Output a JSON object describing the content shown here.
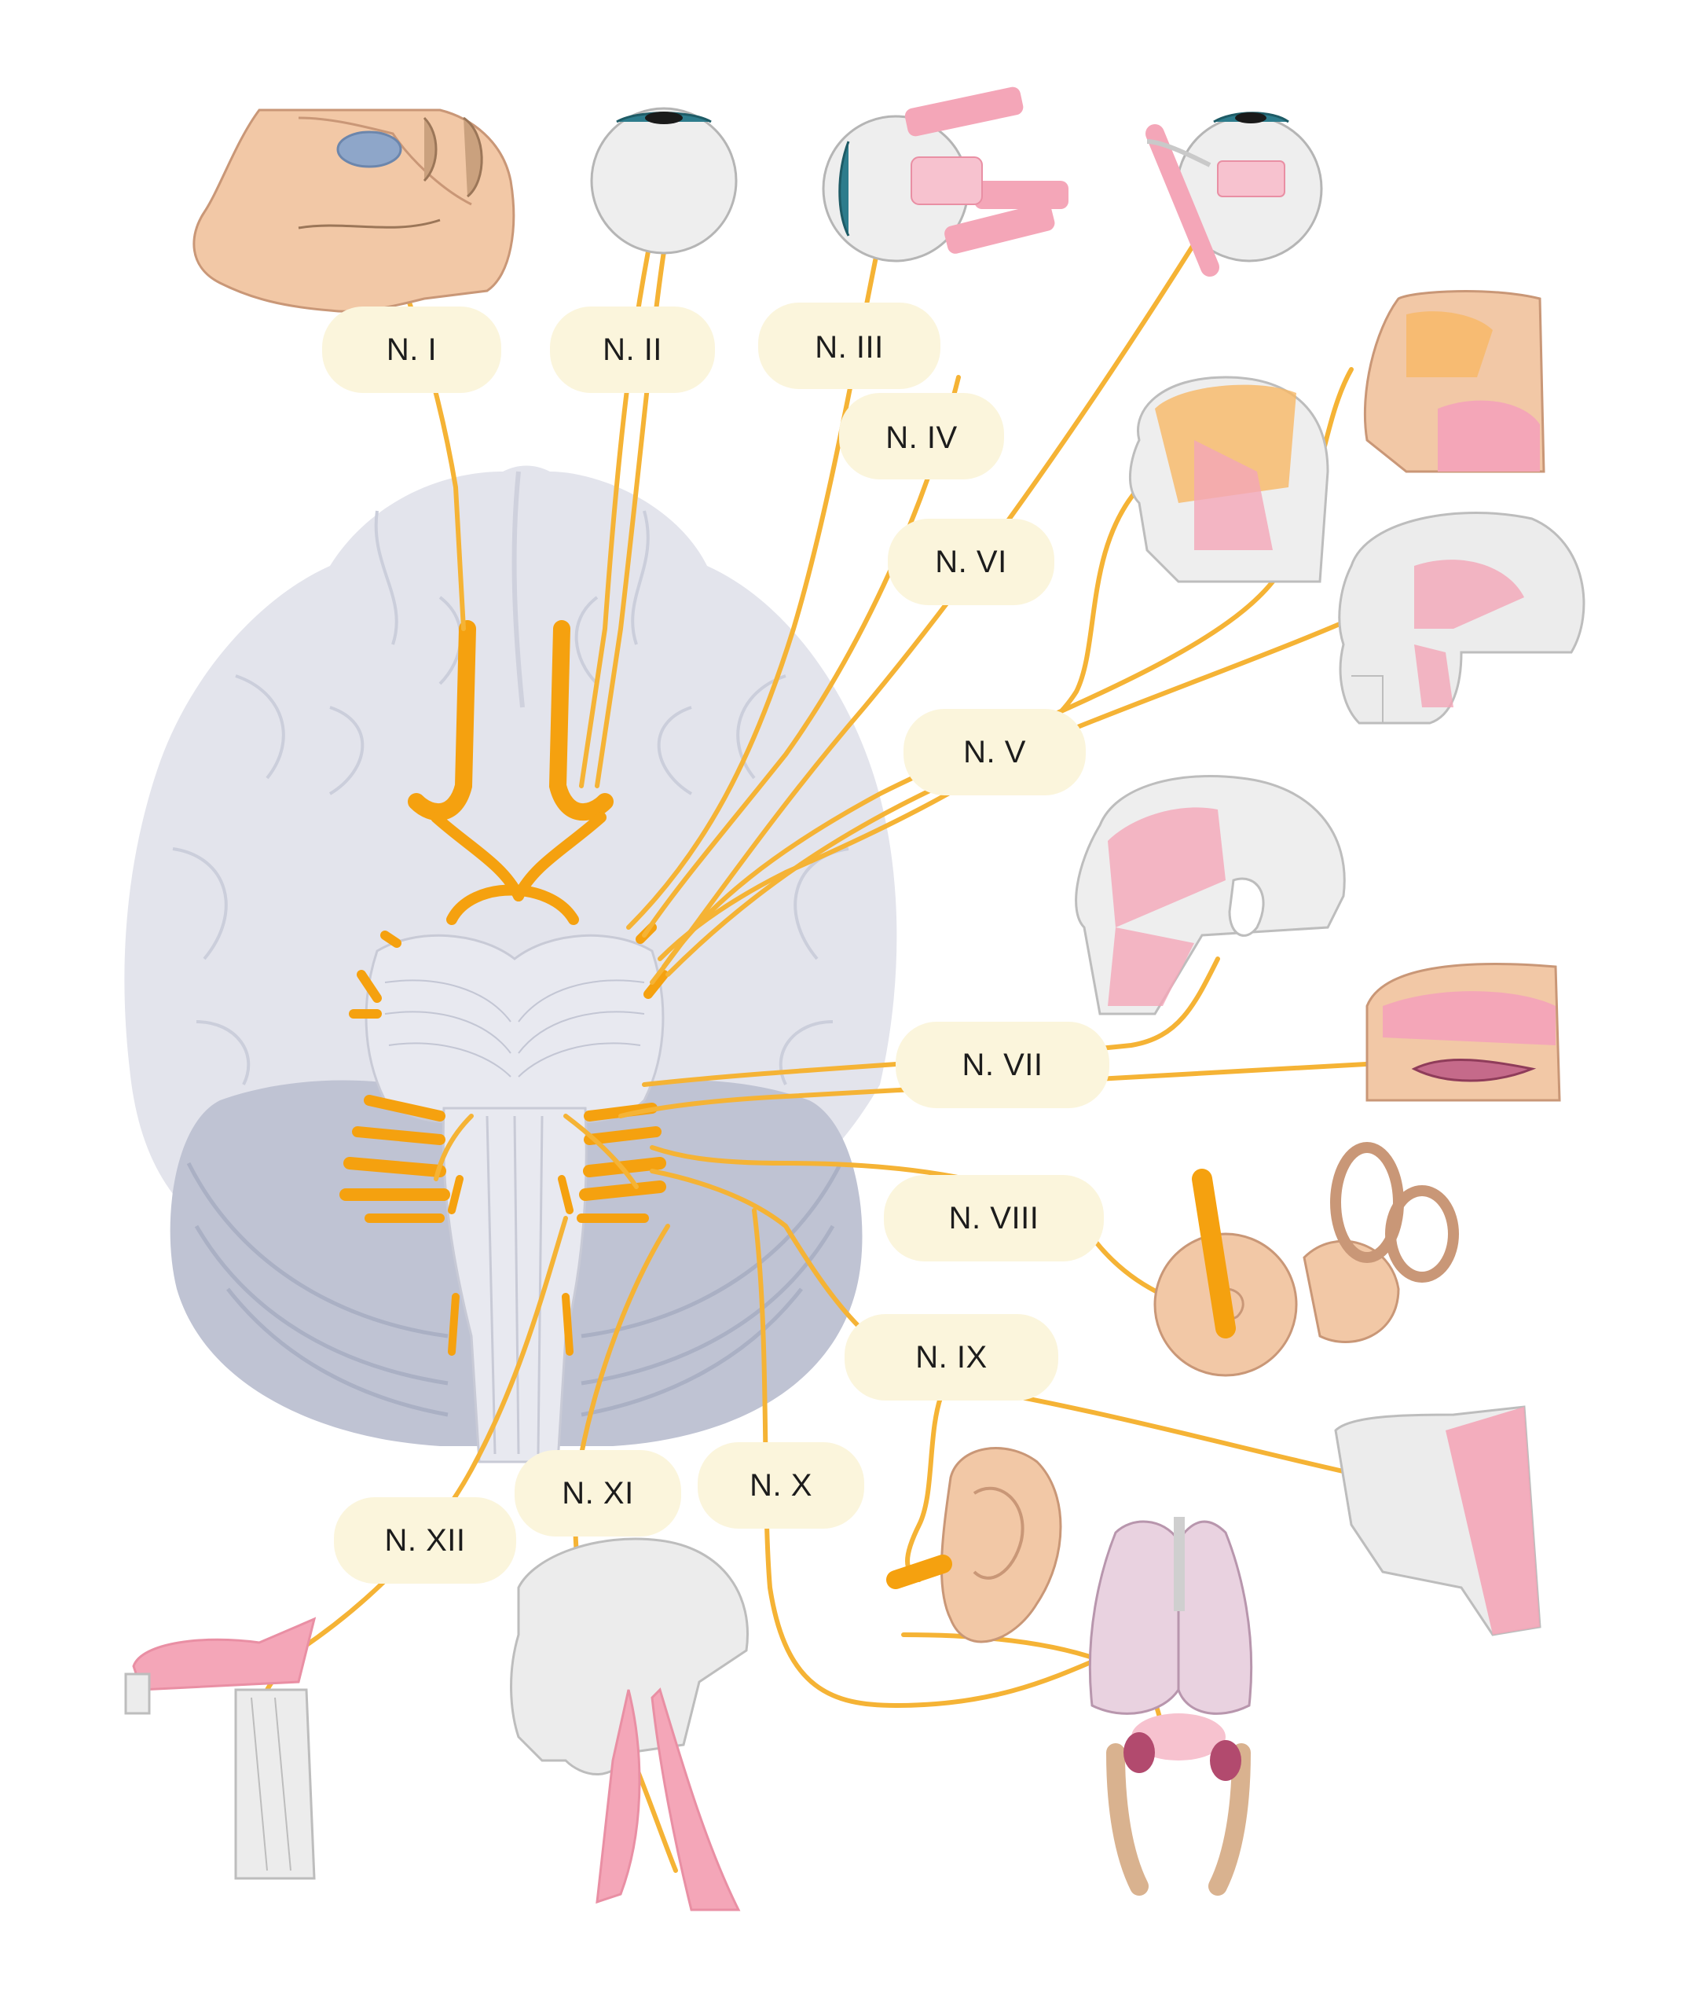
{
  "diagram": {
    "labels": {
      "n1": "N. I",
      "n2": "N. II",
      "n3": "N. III",
      "n4": "N. IV",
      "n5": "N. V",
      "n6": "N. VI",
      "n7": "N. VII",
      "n8": "N. VIII",
      "n9": "N. IX",
      "n10": "N. X",
      "n11": "N. XI",
      "n12": "N. XII"
    },
    "colors": {
      "nerve": "#f5b335",
      "nerve_thick": "#f5a10f",
      "label_bg": "#fbf5dc",
      "brain": "#e3e4ec",
      "brain_fold": "#c9ccda",
      "cerebellum": "#bfc3d3",
      "brainstem": "#e8e9f0",
      "muscle_pink": "#f4a6b8",
      "skin": "#f2c8a6",
      "bone": "#ececec"
    }
  }
}
